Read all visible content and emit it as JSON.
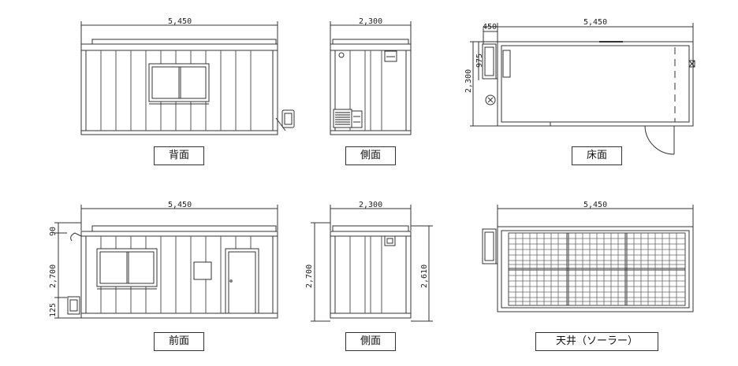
{
  "views": {
    "back": {
      "caption": "背面",
      "width_dim": "5,450"
    },
    "side_top": {
      "caption": "側面",
      "width_dim": "2,300"
    },
    "floor": {
      "caption": "床面",
      "width_dim": "5,450",
      "left_dim": "450",
      "depth_dim": "2,300",
      "porch_dim": "975"
    },
    "front": {
      "caption": "前面",
      "width_dim": "5,450",
      "height_dim": "2,700",
      "top_dim": "90",
      "bottom_dim": "125"
    },
    "side_bottom": {
      "caption": "側面",
      "width_dim": "2,300",
      "height_left_dim": "2,700",
      "height_right_dim": "2,610"
    },
    "roof": {
      "caption": "天井（ソーラー）",
      "width_dim": "5,450"
    }
  },
  "colors": {
    "line": "#333333",
    "panel": "#555555",
    "dim": "#222222"
  }
}
